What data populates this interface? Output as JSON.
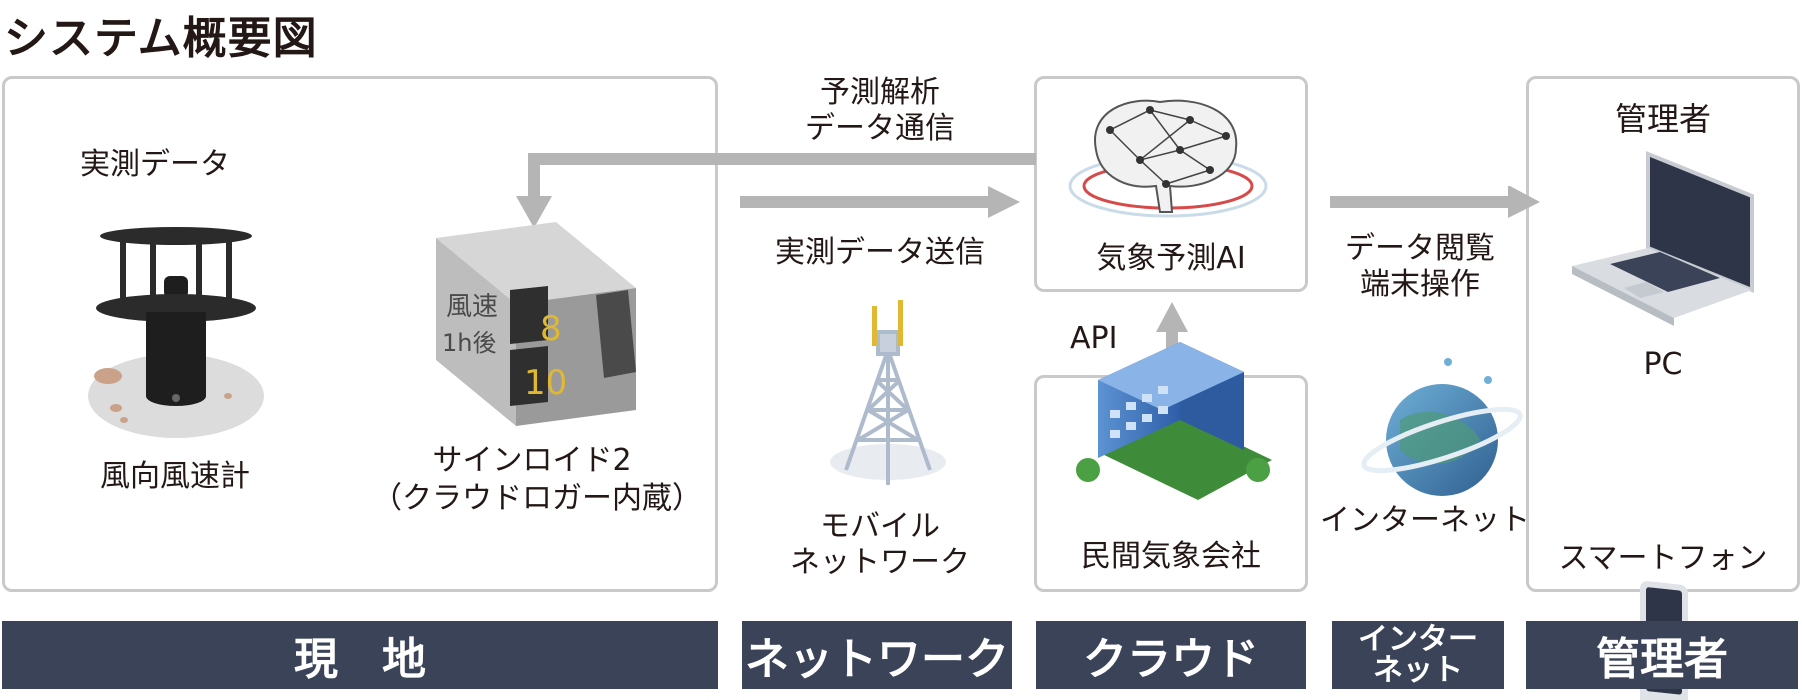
{
  "title": "システム概要図",
  "site": {
    "measured_label": "実測データ",
    "anemometer_label": "風向風速計",
    "logger_label_line1": "サインロイド2",
    "logger_label_line2": "（クラウドロガー内蔵）",
    "display": {
      "row1_label": "風速",
      "row1_value": "8",
      "row2_label": "1h後",
      "row2_value": "10"
    }
  },
  "network": {
    "analysis_label_line1": "予測解析",
    "analysis_label_line2": "データ通信",
    "send_label": "実測データ送信",
    "mobile_label_line1": "モバイル",
    "mobile_label_line2": "ネットワーク"
  },
  "cloud": {
    "ai_label": "気象予測AI",
    "api_label": "API",
    "company_label": "民間気象会社"
  },
  "internet": {
    "view_label_line1": "データ閲覧",
    "view_label_line2": "端末操作",
    "internet_label": "インターネット"
  },
  "admin": {
    "title": "管理者",
    "pc_label": "PC",
    "phone_label": "スマートフォン"
  },
  "bars": {
    "site": "現　地",
    "network": "ネットワーク",
    "cloud": "クラウド",
    "internet_line1": "インター",
    "internet_line2": "ネット",
    "admin": "管理者"
  }
}
